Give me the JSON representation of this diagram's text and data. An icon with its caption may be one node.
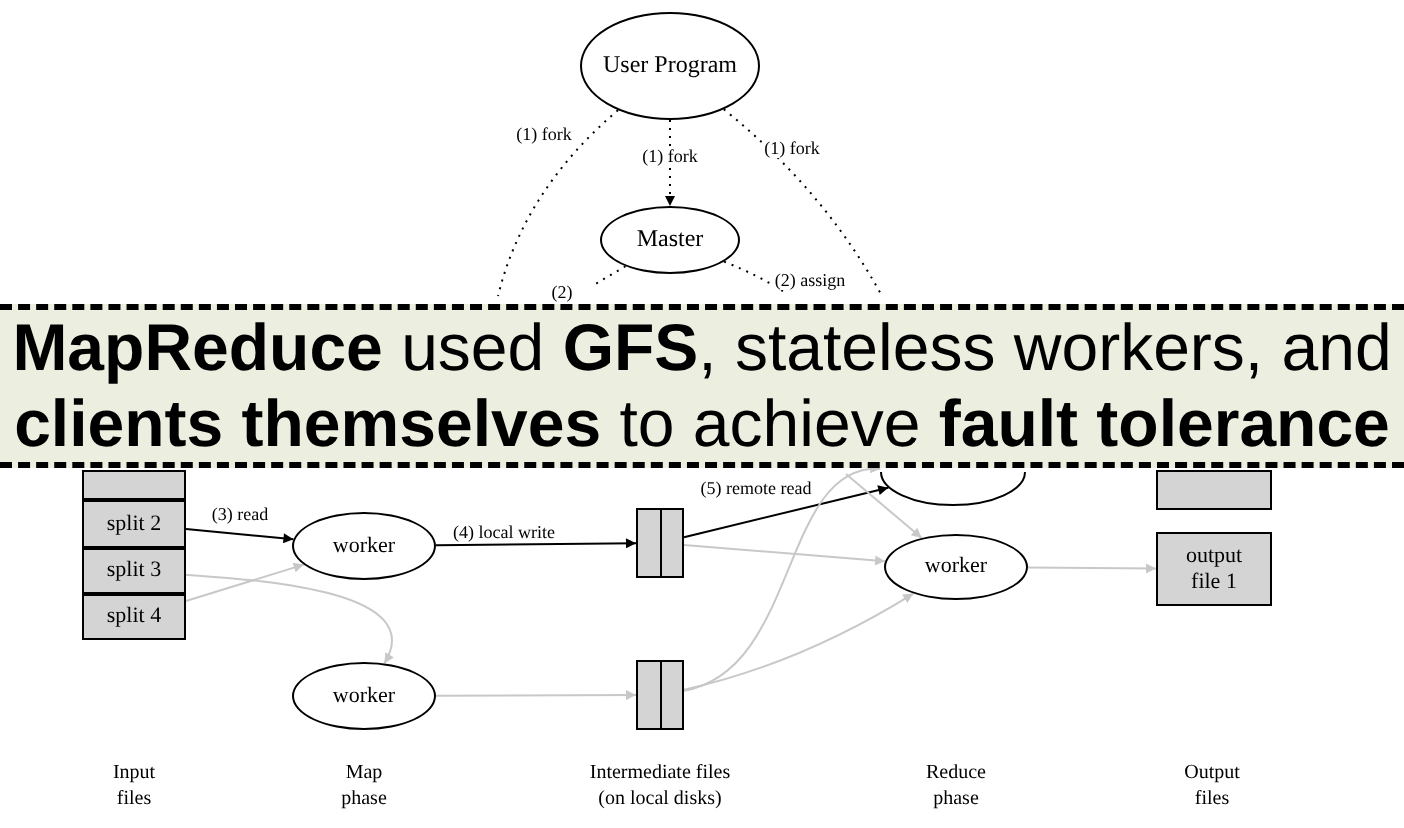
{
  "diagram": {
    "nodes": [
      {
        "text": [
          "User Program"
        ]
      },
      {
        "text": [
          "Master"
        ]
      },
      {
        "text": [],
        "shape": "box"
      },
      {
        "text": [
          "split 2"
        ]
      },
      {
        "text": [
          "split 3"
        ]
      },
      {
        "text": [
          "split 4"
        ]
      },
      {
        "text": [
          "worker"
        ]
      },
      {
        "text": [
          "worker"
        ]
      },
      {
        "text": [],
        "shape": "box"
      },
      {
        "text": [],
        "shape": "box"
      },
      {
        "text": [],
        "shape": "ellipse"
      },
      {
        "text": [
          "worker"
        ]
      },
      {
        "text": [],
        "shape": "box"
      },
      {
        "text": [
          "output file 1"
        ]
      }
    ],
    "edges": [
      {
        "from": 0,
        "to": 1,
        "arrow": "to",
        "label": "(1) fork",
        "style": "dashed"
      },
      {
        "from": 0,
        "to": null,
        "arrow": "none",
        "label": "(1) fork",
        "style": "dashed"
      },
      {
        "from": 0,
        "to": null,
        "arrow": "none",
        "label": "(1) fork",
        "style": "dashed"
      },
      {
        "from": 1,
        "to": null,
        "arrow": "none",
        "label": "(2)",
        "style": "dashed"
      },
      {
        "from": 1,
        "to": null,
        "arrow": "none",
        "label": "(2) assign",
        "style": "dashed"
      },
      {
        "from": 3,
        "to": 6,
        "arrow": "to",
        "label": "(3) read"
      },
      {
        "from": 5,
        "to": 6,
        "arrow": "to",
        "color": "#c8c8c8"
      },
      {
        "from": 4,
        "to": 7,
        "arrow": "to",
        "color": "#c8c8c8"
      },
      {
        "from": 6,
        "to": 8,
        "arrow": "to",
        "label": "(4) local write"
      },
      {
        "from": 7,
        "to": 9,
        "arrow": "to",
        "color": "#c8c8c8"
      },
      {
        "from": 8,
        "to": 10,
        "arrow": "to",
        "label": "(5) remote read"
      },
      {
        "from": 8,
        "to": 11,
        "arrow": "to",
        "color": "#c8c8c8"
      },
      {
        "from": 9,
        "to": 10,
        "arrow": "to",
        "color": "#c8c8c8"
      },
      {
        "from": 9,
        "to": 11,
        "arrow": "to",
        "color": "#c8c8c8"
      },
      {
        "from": null,
        "to": 11,
        "arrow": "to",
        "color": "#c8c8c8"
      },
      {
        "from": 11,
        "to": 13,
        "arrow": "to",
        "color": "#c8c8c8"
      }
    ],
    "labels": [
      "**MapReduce** used **GFS**, stateless workers, and **clients themselves** to achieve **fault tolerance**",
      "Input files",
      "Map phase",
      "Intermediate files (on local disks)",
      "Reduce phase",
      "Output files"
    ]
  }
}
